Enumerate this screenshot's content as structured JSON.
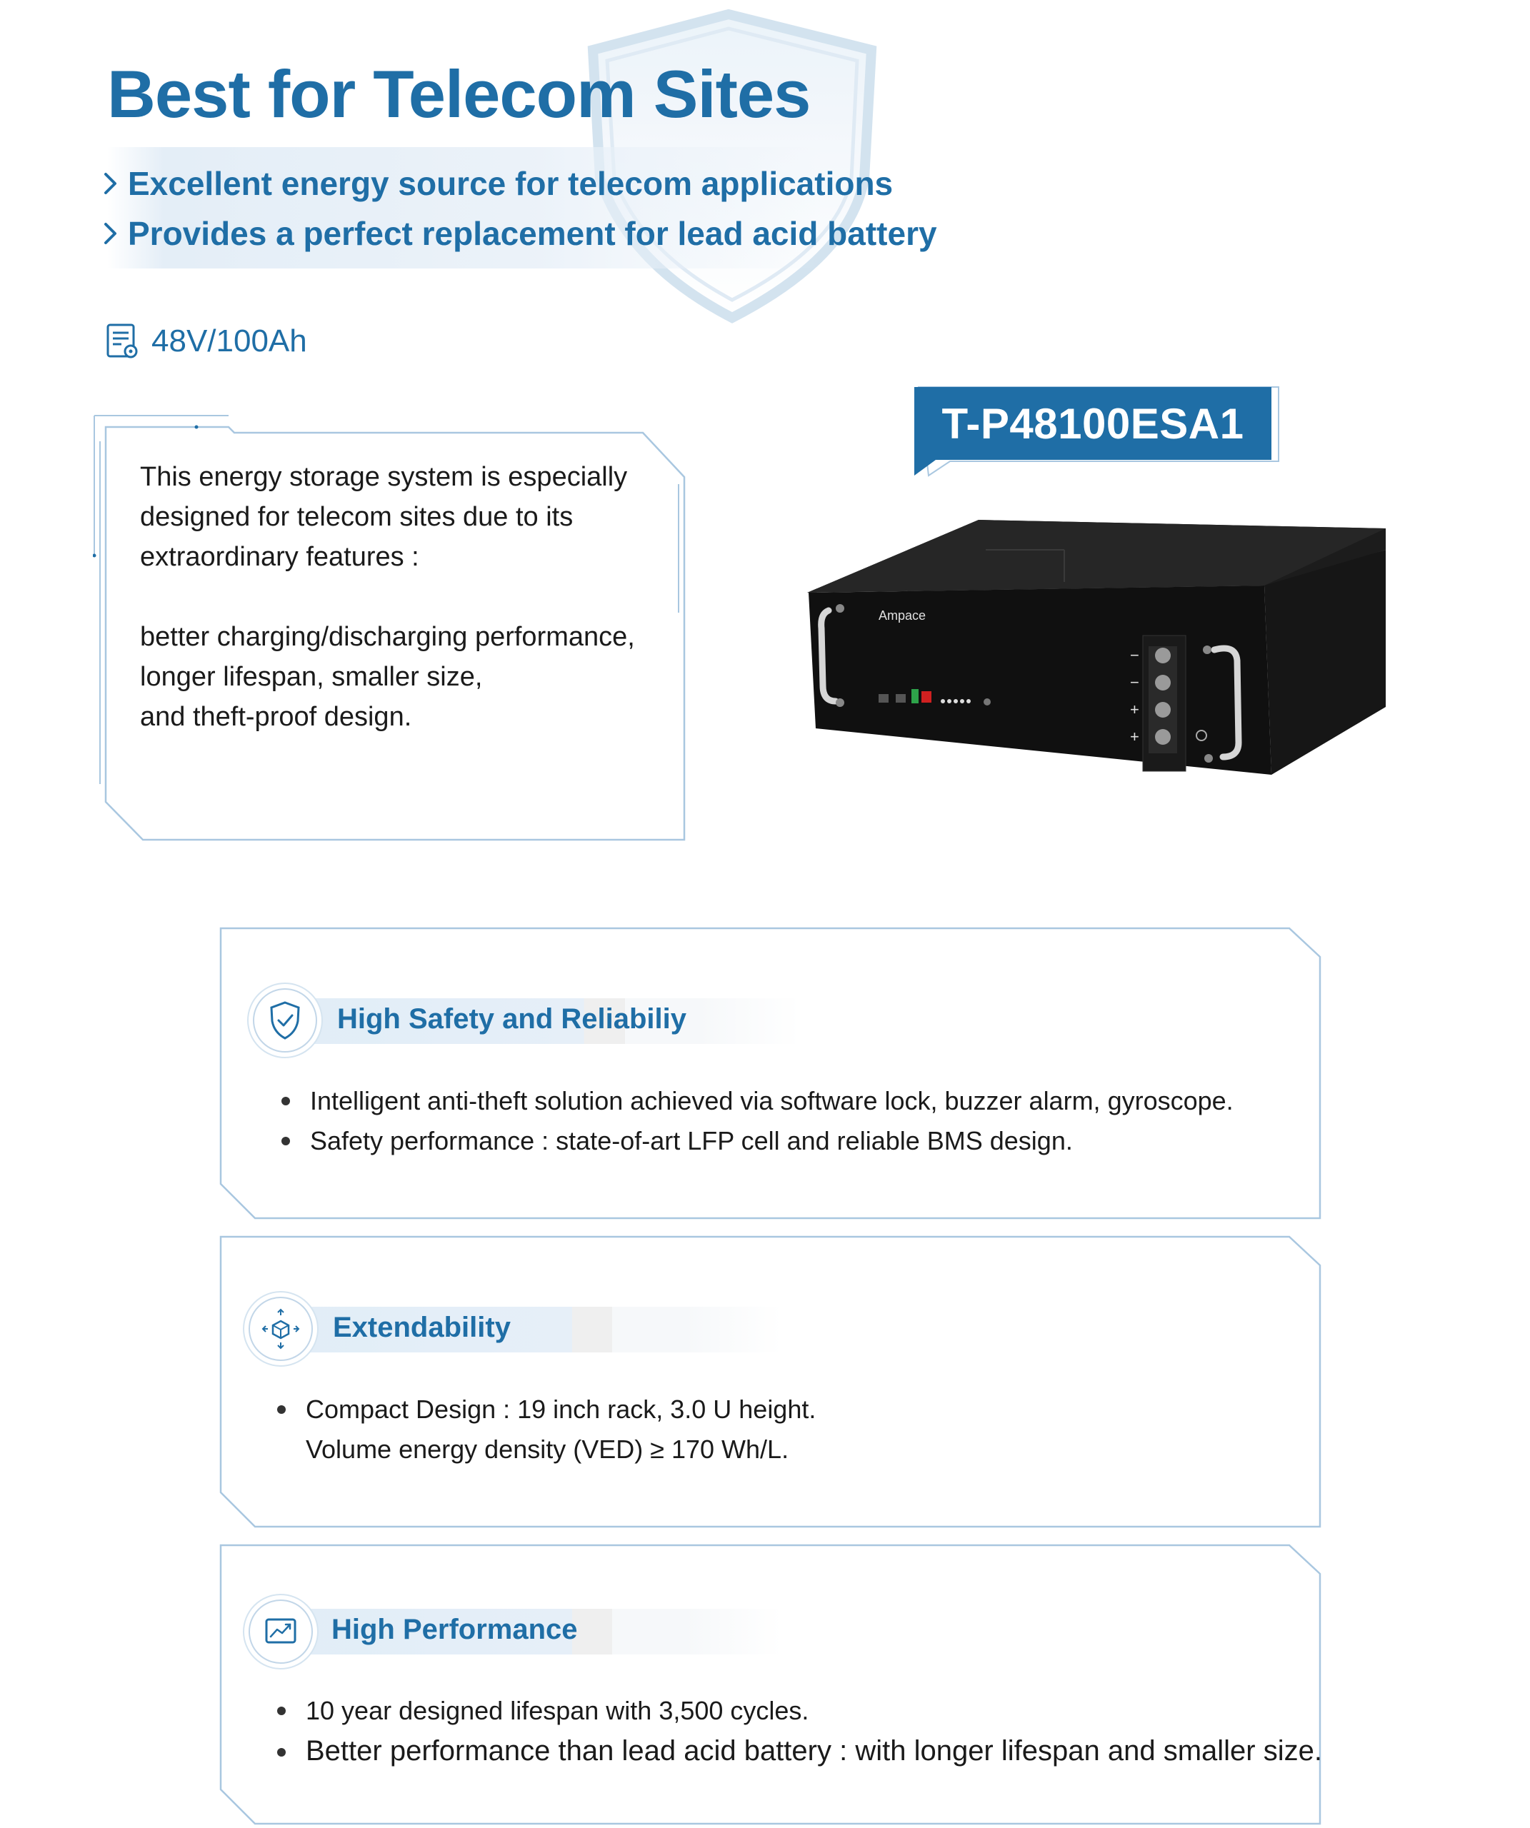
{
  "hero": {
    "title": "Best for Telecom Sites",
    "bullets": [
      "Excellent energy source for telecom applications",
      "Provides a perfect replacement for lead acid battery"
    ],
    "spec": "48V/100Ah"
  },
  "description": {
    "paragraph1": [
      "This energy storage system is especially",
      "designed for telecom sites due to its",
      "extraordinary features :"
    ],
    "paragraph2": [
      "better charging/discharging performance,",
      "longer lifespan, smaller size,",
      "and theft-proof design."
    ]
  },
  "product": {
    "model": "T-P48100ESA1",
    "brand_on_device": "Ampace",
    "terminal_signs": [
      "−",
      "−",
      "+",
      "+"
    ]
  },
  "features": [
    {
      "title": "High Safety and Reliabiliy",
      "icon": "shield-check-icon",
      "items": [
        "Intelligent anti-theft solution achieved via software lock, buzzer alarm, gyroscope.",
        "Safety performance : state-of-art LFP cell and reliable BMS design."
      ]
    },
    {
      "title": "Extendability",
      "icon": "cube-expand-icon",
      "items": [
        "Compact Design : 19 inch rack, 3.0 U height.",
        "Volume energy density (VED) ≥ 170 Wh/L."
      ]
    },
    {
      "title": "High Performance",
      "icon": "trend-chart-icon",
      "items": [
        "10 year designed lifespan with 3,500 cycles.",
        "Better performance than lead acid battery : with longer lifespan and smaller size."
      ]
    }
  ],
  "colors": {
    "accent": "#1f6ea6",
    "frame": "#a9c7e0",
    "text": "#1a1a1a"
  }
}
